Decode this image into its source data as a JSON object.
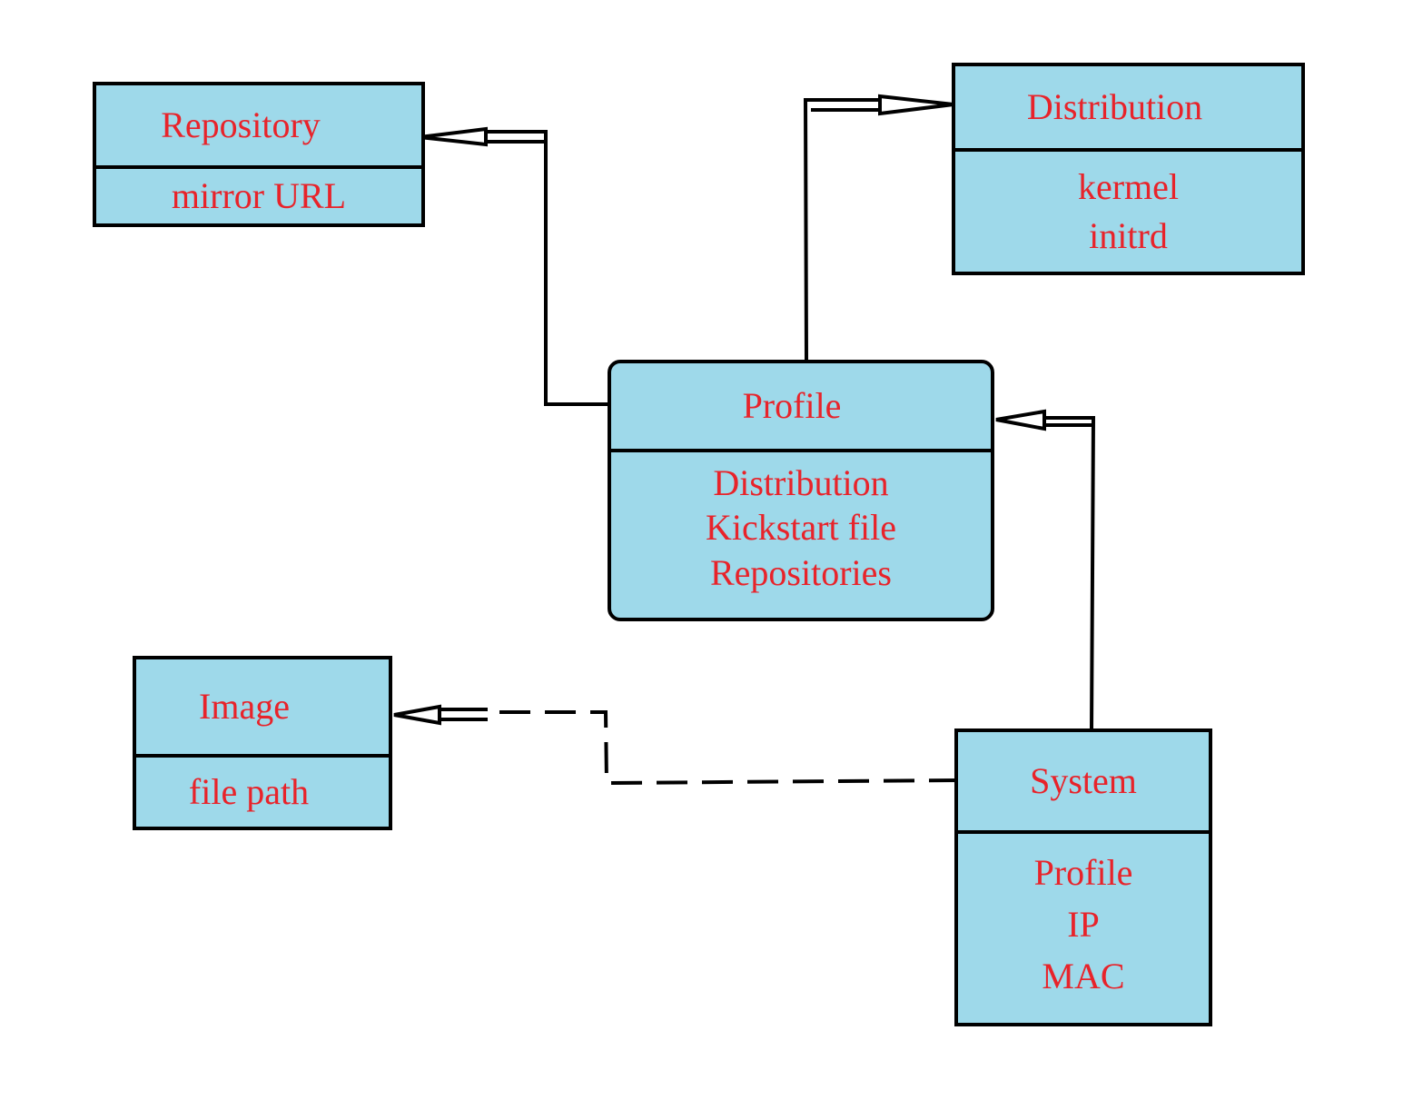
{
  "diagram": {
    "entities": {
      "repository": {
        "title": "Repository",
        "attributes": [
          "mirror URL"
        ]
      },
      "distribution": {
        "title": "Distribution",
        "attributes": [
          "kermel",
          "initrd"
        ]
      },
      "profile": {
        "title": "Profile",
        "attributes": [
          "Distribution",
          "Kickstart file",
          "Repositories"
        ]
      },
      "image": {
        "title": "Image",
        "attributes": [
          "file path"
        ]
      },
      "system": {
        "title": "System",
        "attributes": [
          "Profile",
          "IP",
          "MAC"
        ]
      }
    },
    "relations": [
      {
        "from": "profile",
        "to": "repository",
        "style": "solid"
      },
      {
        "from": "profile",
        "to": "distribution",
        "style": "solid"
      },
      {
        "from": "system",
        "to": "profile",
        "style": "solid"
      },
      {
        "from": "system",
        "to": "image",
        "style": "dashed"
      }
    ],
    "colors": {
      "box_fill": "#9ed9ea",
      "text": "#e8232a",
      "line": "#000000"
    }
  }
}
